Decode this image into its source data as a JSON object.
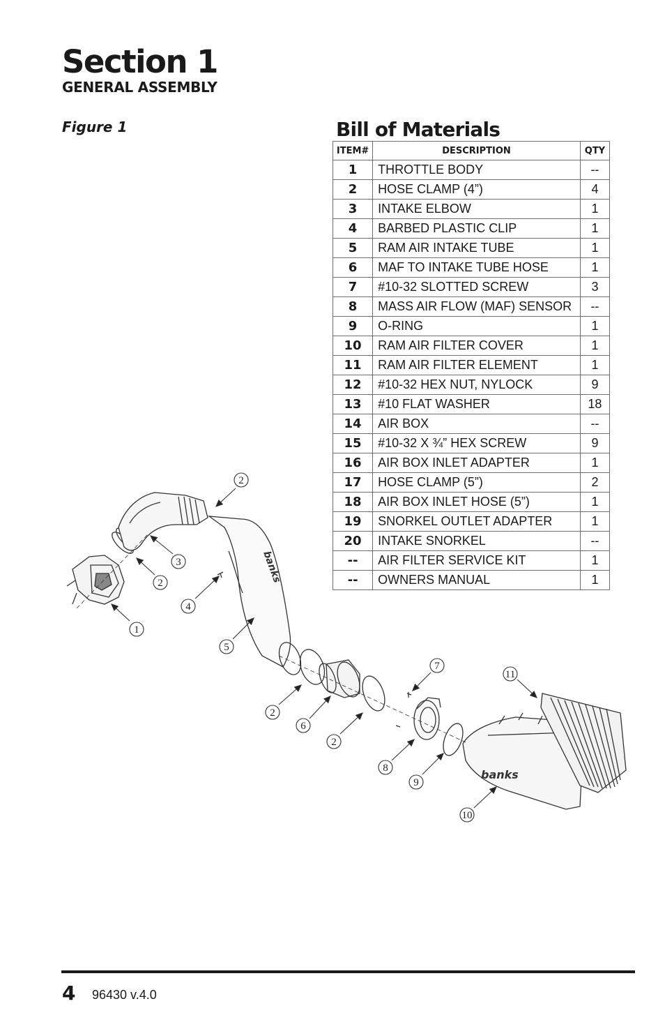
{
  "header": {
    "section_title": "Section 1",
    "section_subtitle": "GENERAL ASSEMBLY",
    "figure_label": "Figure 1"
  },
  "bom": {
    "title": "Bill of Materials",
    "columns": [
      "ITEM#",
      "DESCRIPTION",
      "QTY"
    ],
    "rows": [
      {
        "item": "1",
        "description": "THROTTLE BODY",
        "qty": "--"
      },
      {
        "item": "2",
        "description": "HOSE CLAMP (4”)",
        "qty": "4"
      },
      {
        "item": "3",
        "description": "INTAKE ELBOW",
        "qty": "1"
      },
      {
        "item": "4",
        "description": "BARBED PLASTIC CLIP",
        "qty": "1"
      },
      {
        "item": "5",
        "description": "RAM AIR INTAKE TUBE",
        "qty": "1"
      },
      {
        "item": "6",
        "description": "MAF TO INTAKE TUBE HOSE",
        "qty": "1"
      },
      {
        "item": "7",
        "description": "#10-32 SLOTTED SCREW",
        "qty": "3"
      },
      {
        "item": "8",
        "description": "MASS AIR FLOW (MAF) SENSOR",
        "qty": "--"
      },
      {
        "item": "9",
        "description": "O-RING",
        "qty": "1"
      },
      {
        "item": "10",
        "description": "RAM AIR FILTER COVER",
        "qty": "1"
      },
      {
        "item": "11",
        "description": "RAM AIR FILTER ELEMENT",
        "qty": "1"
      },
      {
        "item": "12",
        "description": "#10-32 HEX NUT, NYLOCK",
        "qty": "9"
      },
      {
        "item": "13",
        "description": "#10 FLAT WASHER",
        "qty": "18"
      },
      {
        "item": "14",
        "description": "AIR BOX",
        "qty": "--"
      },
      {
        "item": "15",
        "description": "#10-32 X ¾” HEX SCREW",
        "qty": "9"
      },
      {
        "item": "16",
        "description": "AIR BOX INLET ADAPTER",
        "qty": "1"
      },
      {
        "item": "17",
        "description": "HOSE CLAMP (5”)",
        "qty": "2"
      },
      {
        "item": "18",
        "description": "AIR BOX INLET HOSE (5”)",
        "qty": "1"
      },
      {
        "item": "19",
        "description": "SNORKEL OUTLET ADAPTER",
        "qty": "1"
      },
      {
        "item": "20",
        "description": "INTAKE SNORKEL",
        "qty": "--"
      },
      {
        "item": "--",
        "description": "AIR FILTER SERVICE KIT",
        "qty": "1"
      },
      {
        "item": "--",
        "description": "OWNERS MANUAL",
        "qty": "1"
      }
    ]
  },
  "diagram": {
    "callouts": [
      "1",
      "2",
      "3",
      "2",
      "4",
      "5",
      "2",
      "6",
      "2",
      "7",
      "8",
      "9",
      "10",
      "11"
    ],
    "callout_icon": "numbered-circle-icon"
  },
  "footer": {
    "page_number": "4",
    "doc_version": "96430 v.4.0"
  }
}
